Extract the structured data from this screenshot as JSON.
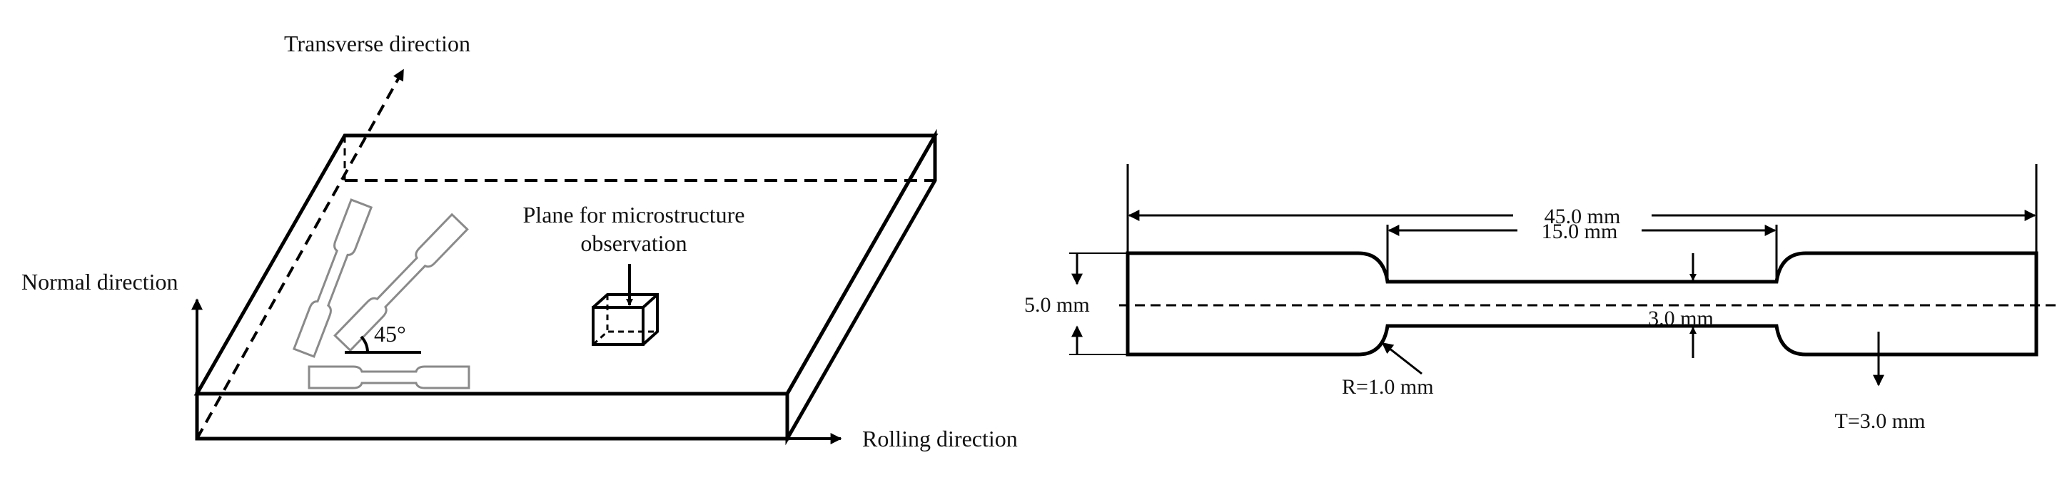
{
  "left_panel": {
    "axes": {
      "transverse": "Transverse direction",
      "normal": "Normal direction",
      "rolling": "Rolling direction"
    },
    "plane_label_line1": "Plane for microstructure",
    "plane_label_line2": "observation",
    "angle_label": "45°"
  },
  "right_panel": {
    "overall_length": "45.0 mm",
    "gauge_length": "15.0 mm",
    "grip_width": "5.0 mm",
    "gauge_width": "3.0 mm",
    "fillet_radius": "R=1.0 mm",
    "thickness": "T=3.0 mm"
  },
  "colors": {
    "line": "#000000",
    "specimen_fill": "#ffffff",
    "specimen_outline": "#8a8a8a"
  }
}
